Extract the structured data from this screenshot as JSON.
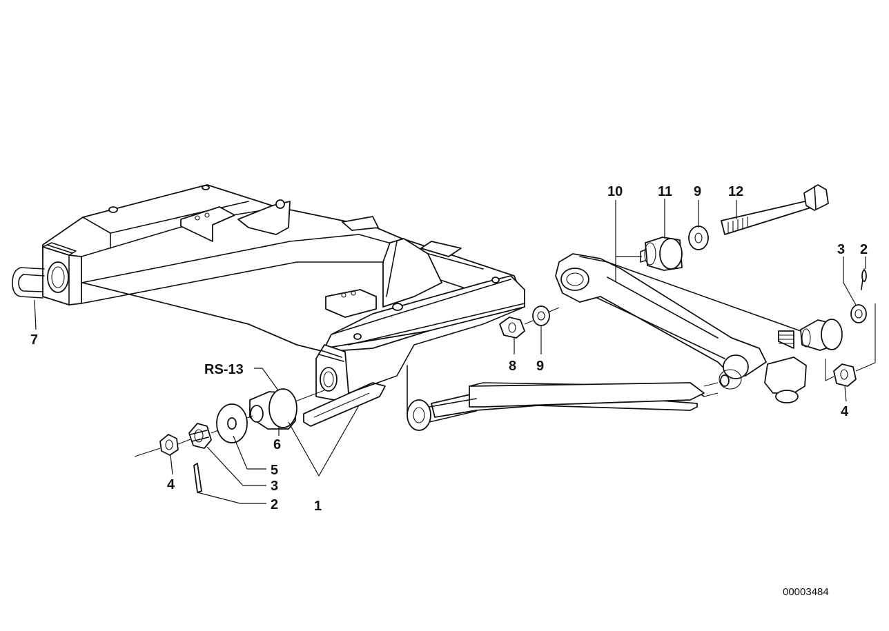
{
  "callouts": {
    "l7": "7",
    "rs13": "RS-13",
    "l6": "6",
    "l5": "5",
    "l4a": "4",
    "l3a": "3",
    "l2a": "2",
    "l1": "1",
    "l8": "8",
    "l9a": "9",
    "l10": "10",
    "l11": "11",
    "l9b": "9",
    "l12": "12",
    "l3b": "3",
    "l2b": "2",
    "l4b": "4"
  },
  "diagram_code": "00003484"
}
